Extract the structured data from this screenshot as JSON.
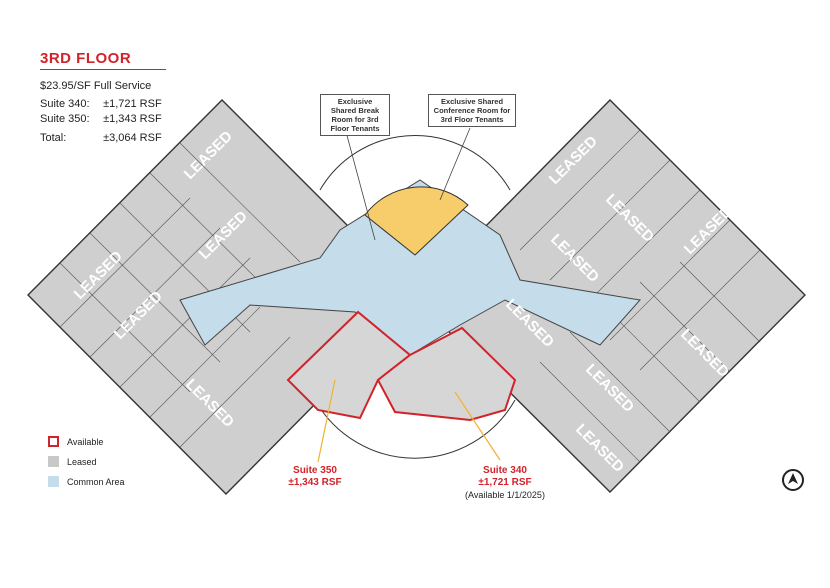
{
  "header": {
    "title": "3RD FLOOR",
    "pricing": "$23.95/SF Full Service"
  },
  "suites_table": [
    {
      "label": "Suite 340:",
      "value": "±1,721 RSF"
    },
    {
      "label": "Suite 350:",
      "value": "±1,343 RSF"
    },
    {
      "label": "Total:",
      "value": "±3,064 RSF"
    }
  ],
  "callouts": {
    "break_room": "Exclusive Shared Break Room for 3rd Floor Tenants",
    "conference_room": "Exclusive Shared Conference Room for 3rd Floor Tenants"
  },
  "suite_labels": {
    "s350": {
      "name": "Suite 350",
      "size": "±1,343 RSF"
    },
    "s340": {
      "name": "Suite 340",
      "size": "±1,721 RSF",
      "availability": "(Available 1/1/2025)"
    }
  },
  "leased_text": "LEASED",
  "legend": [
    {
      "label": "Available"
    },
    {
      "label": "Leased"
    },
    {
      "label": "Common Area"
    }
  ],
  "colors": {
    "available_outline": "#d2232a",
    "leased": "#c8c8c8",
    "common": "#c5dceb",
    "shared_room": "#f7cd6b"
  },
  "icons": {
    "north": "north-arrow-icon"
  }
}
